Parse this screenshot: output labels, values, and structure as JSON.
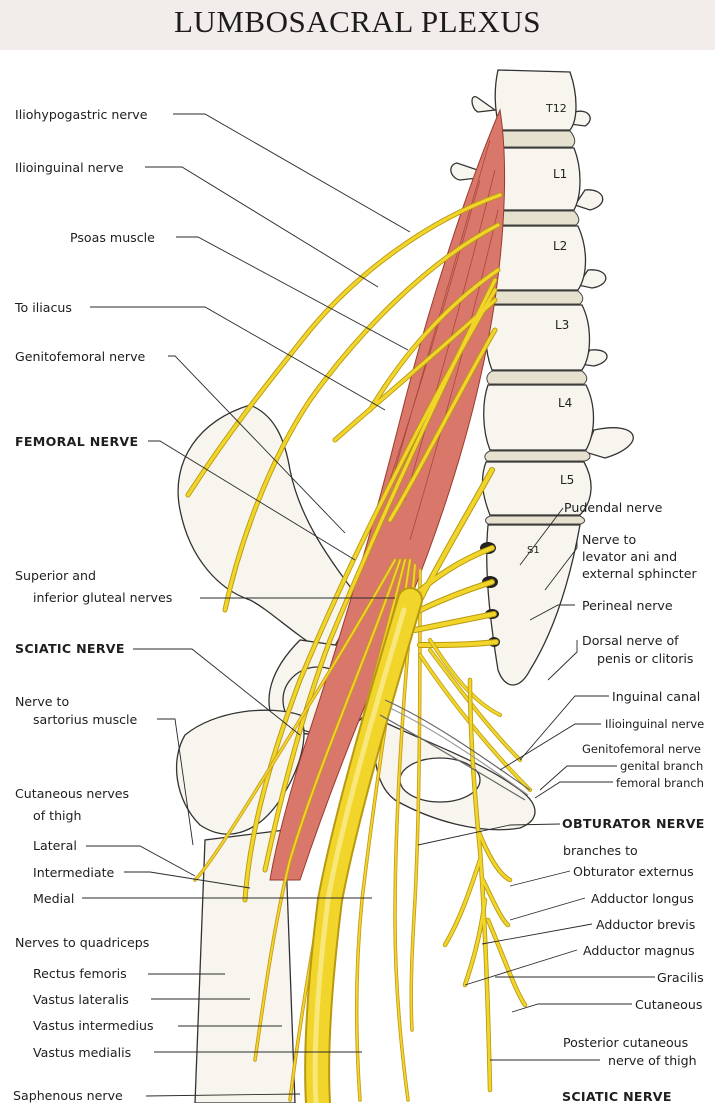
{
  "title": "LUMBOSACRAL PLEXUS",
  "vertebrae": [
    "T12",
    "L1",
    "L2",
    "L3",
    "L4",
    "L5",
    "S1"
  ],
  "left_labels": {
    "iliohypogastric": "Iliohypogastric nerve",
    "ilioinguinal": "Ilioinguinal nerve",
    "psoas": "Psoas muscle",
    "to_iliacus": "To iliacus",
    "genitofemoral": "Genitofemoral nerve",
    "femoral": "FEMORAL NERVE",
    "gluteal_1": "Superior and",
    "gluteal_2": "inferior gluteal nerves",
    "sciatic": "SCIATIC NERVE",
    "sartorius_1": "Nerve to",
    "sartorius_2": "sartorius muscle",
    "cutaneous_1": "Cutaneous nerves",
    "cutaneous_2": "of thigh",
    "lateral": "Lateral",
    "intermediate": "Intermediate",
    "medial": "Medial",
    "quadriceps": "Nerves to quadriceps",
    "rectus": "Rectus femoris",
    "vastus_lateralis": "Vastus lateralis",
    "vastus_intermedius": "Vastus intermedius",
    "vastus_medialis": "Vastus medialis",
    "saphenous": "Saphenous nerve"
  },
  "right_labels": {
    "pudendal": "Pudendal nerve",
    "levator_1": "Nerve to",
    "levator_2": "levator ani and",
    "levator_3": "external sphincter",
    "perineal": "Perineal nerve",
    "dorsal_1": "Dorsal nerve of",
    "dorsal_2": "penis or clitoris",
    "inguinal_canal": "Inguinal canal",
    "ilioinguinal": "Ilioinguinal nerve",
    "genitofemoral": "Genitofemoral nerve",
    "genital_branch": "genital branch",
    "femoral_branch": "femoral branch",
    "obturator": "OBTURATOR NERVE",
    "branches_to": "branches to",
    "obturator_externus": "Obturator externus",
    "adductor_longus": "Adductor longus",
    "adductor_brevis": "Adductor brevis",
    "adductor_magnus": "Adductor magnus",
    "gracilis": "Gracilis",
    "cutaneous": "Cutaneous",
    "posterior_1": "Posterior cutaneous",
    "posterior_2": "nerve of thigh",
    "sciatic_bottom": "SCIATIC NERVE"
  },
  "colors": {
    "nerve": "#f2d52a",
    "nerve_outline": "#b89a10",
    "muscle": "#d9776a",
    "bone": "#f7f5ee",
    "title_band": "#f2ecea"
  }
}
